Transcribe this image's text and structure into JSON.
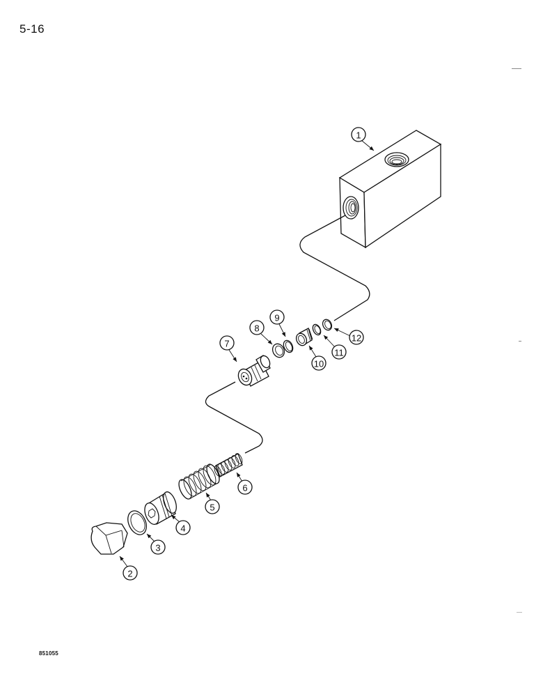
{
  "page": {
    "page_number": "5-16",
    "figure_code": "851055"
  },
  "diagram": {
    "type": "exploded-parts-view",
    "callouts": [
      {
        "id": "1",
        "label": "1",
        "part": "valve-body"
      },
      {
        "id": "2",
        "label": "2",
        "part": "hex-cap"
      },
      {
        "id": "3",
        "label": "3",
        "part": "washer"
      },
      {
        "id": "4",
        "label": "4",
        "part": "adjusting-plug"
      },
      {
        "id": "5",
        "label": "5",
        "part": "large-spring"
      },
      {
        "id": "6",
        "label": "6",
        "part": "small-spring"
      },
      {
        "id": "7",
        "label": "7",
        "part": "spool"
      },
      {
        "id": "8",
        "label": "8",
        "part": "backup-ring"
      },
      {
        "id": "9",
        "label": "9",
        "part": "o-ring"
      },
      {
        "id": "10",
        "label": "10",
        "part": "seat"
      },
      {
        "id": "11",
        "label": "11",
        "part": "o-ring"
      },
      {
        "id": "12",
        "label": "12",
        "part": "backup-ring"
      }
    ]
  }
}
